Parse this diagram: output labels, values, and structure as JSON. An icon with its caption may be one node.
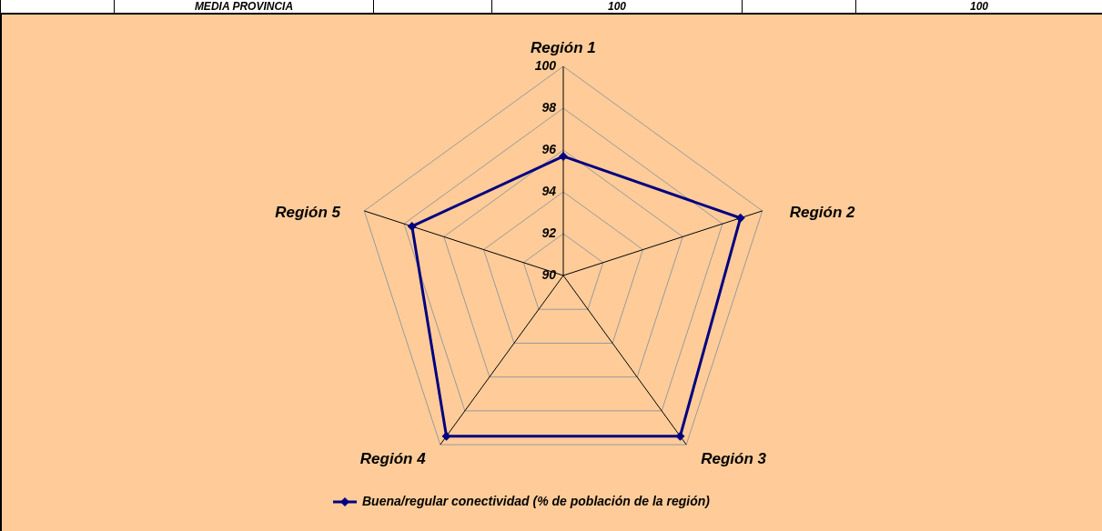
{
  "diagram": {
    "labels": [
      "MEDIA PROVINCIA",
      "100",
      "100"
    ],
    "chart_data": {
      "type": "radar",
      "categories": [
        "Región 1",
        "Región 2",
        "Región 3",
        "Región 4",
        "Región 5"
      ],
      "series": [
        {
          "name": "Buena/regular conectividad (% de población de la región)",
          "color": "#000080",
          "values": [
            95.7,
            98.9,
            99.5,
            99.5,
            97.6
          ]
        }
      ],
      "ylim": [
        90,
        100
      ],
      "yticks": [
        90,
        92,
        94,
        96,
        98,
        100
      ]
    }
  }
}
